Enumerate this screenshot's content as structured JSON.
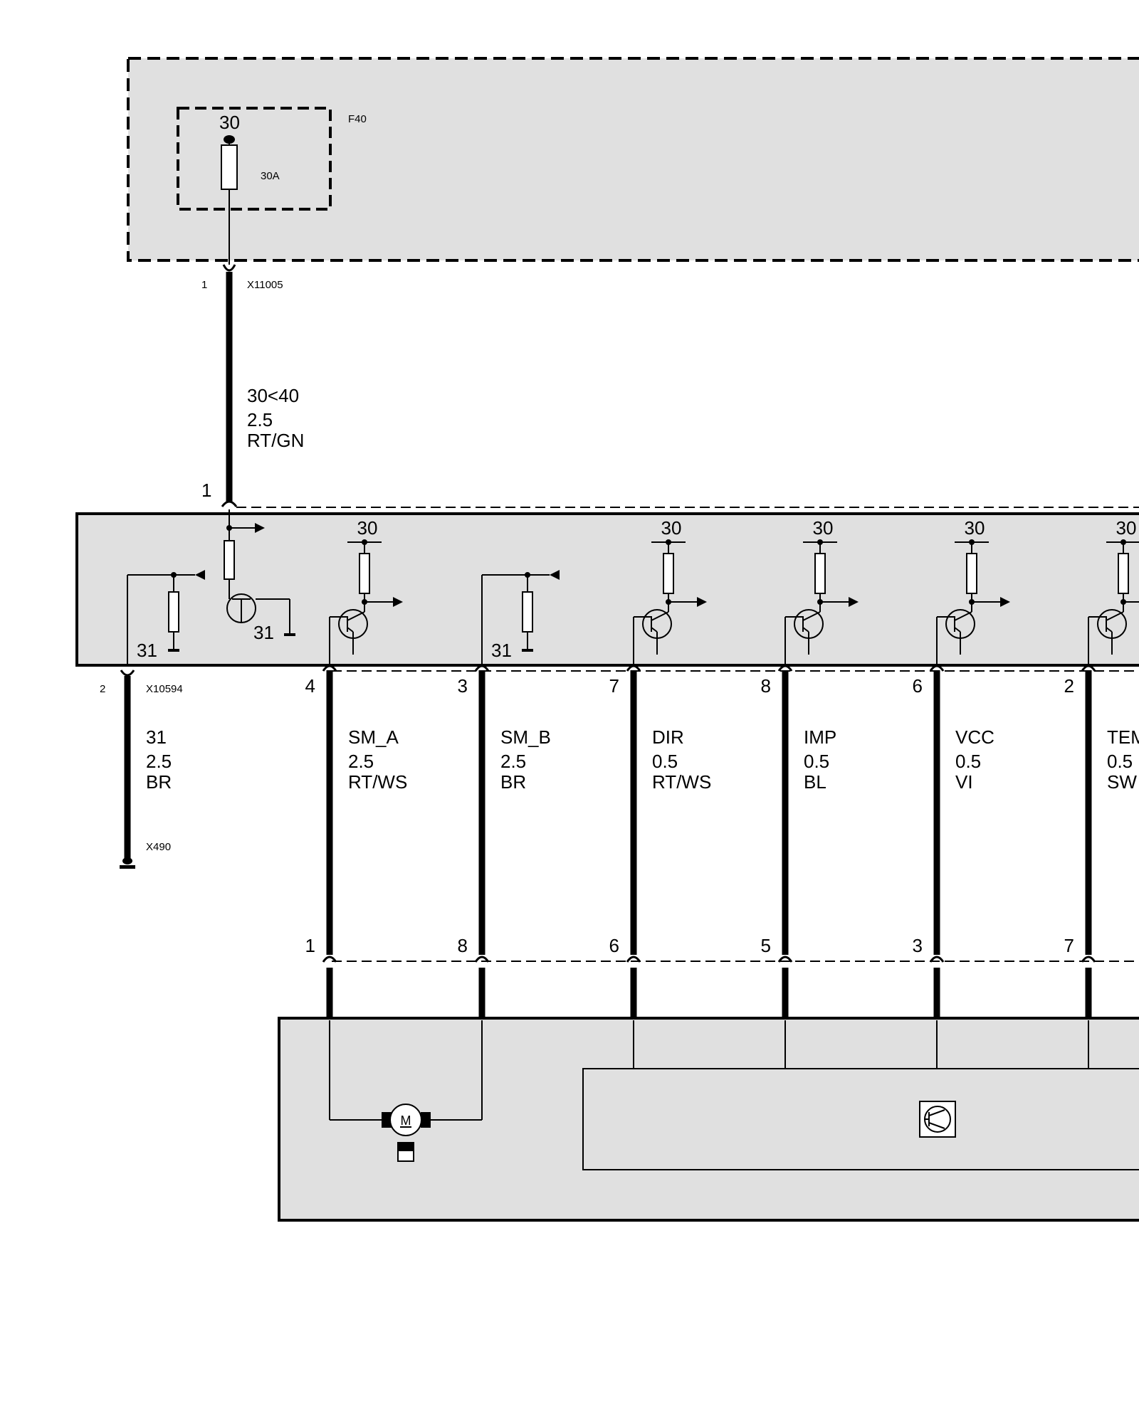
{
  "colors": {
    "module_fill": "#e0e0e0",
    "wire": "#000000",
    "background": "#ffffff"
  },
  "fuse_box": {
    "name": "F40",
    "fuse_terminal": "30",
    "fuse_rating": "30A"
  },
  "supply": {
    "pin": "1",
    "connector": "X11005",
    "signal": "30<40",
    "gauge": "2.5",
    "color": "RT/GN",
    "module_pin": "1"
  },
  "ground": {
    "pin": "2",
    "connector": "X10594",
    "signal": "31",
    "gauge": "2.5",
    "color": "BR",
    "ground_point": "X490"
  },
  "module": {
    "supply_label": "30",
    "ground_label": "31"
  },
  "wires": [
    {
      "id": "sm-a",
      "module_pin": "4",
      "signal": "SM_A",
      "gauge": "2.5",
      "color": "RT/WS",
      "device_pin": "1"
    },
    {
      "id": "sm-b",
      "module_pin": "3",
      "signal": "SM_B",
      "gauge": "2.5",
      "color": "BR",
      "device_pin": "8"
    },
    {
      "id": "dir",
      "module_pin": "7",
      "signal": "DIR",
      "gauge": "0.5",
      "color": "RT/WS",
      "device_pin": "6"
    },
    {
      "id": "imp",
      "module_pin": "8",
      "signal": "IMP",
      "gauge": "0.5",
      "color": "BL",
      "device_pin": "5"
    },
    {
      "id": "vcc",
      "module_pin": "6",
      "signal": "VCC",
      "gauge": "0.5",
      "color": "VI",
      "device_pin": "3"
    },
    {
      "id": "tem",
      "module_pin": "2",
      "signal": "TEM",
      "gauge": "0.5",
      "color": "SW",
      "device_pin": "7"
    }
  ],
  "motor": {
    "symbol": "M"
  }
}
